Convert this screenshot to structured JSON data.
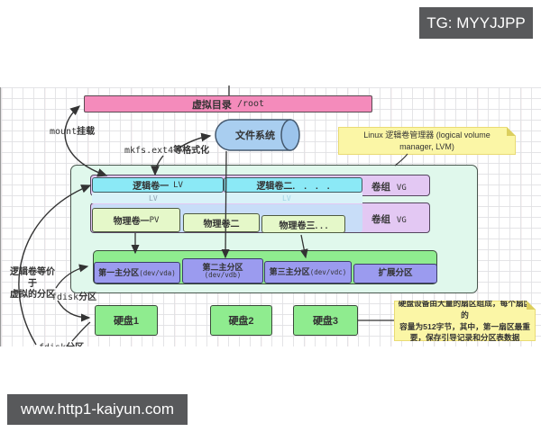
{
  "badge": {
    "tg": "TG: MYYJJPP"
  },
  "watermark": {
    "url_text": "www.http1-kaiyun.com"
  },
  "top": {
    "virtual_dir": {
      "cjk": "虚拟目录",
      "code": "/root"
    },
    "filesystem": "文件系统",
    "mount_label": {
      "code": "mount",
      "cjk": "挂载"
    },
    "mkfs_label": {
      "code": "mkfs.ext4",
      "cjk": "等格式化"
    }
  },
  "notes": {
    "lvm": {
      "line1": "Linux 逻辑卷管理器 (logical volume",
      "line2": "manager, LVM)"
    },
    "sector": {
      "line1": "硬盘设备由大量的扇区组成，每个扇区的",
      "line2": "容量为512字节，其中，第一扇区最重",
      "line3": "要，保存引导记录和分区表数据"
    }
  },
  "lvm": {
    "vg1": {
      "label_cjk": "卷组",
      "label_code": "VG",
      "lv1": {
        "cjk": "逻辑卷一",
        "code": "LV"
      },
      "lv2": {
        "cjk": "逻辑卷二.　.　.　."
      },
      "faint_lv_left": "LV",
      "faint_lv_right": "LV"
    },
    "vg2": {
      "label_cjk": "卷组",
      "label_code": "VG",
      "pv1": {
        "cjk": "物理卷一",
        "code": "PV"
      },
      "pv2": {
        "cjk": "物理卷二"
      },
      "pv3": {
        "cjk": "物理卷三. . ."
      }
    }
  },
  "partitions": {
    "p1": {
      "name": "第一主分区",
      "dev": "(dev/vda)"
    },
    "p2": {
      "name": "第二主分区",
      "dev": "(dev/vdb)"
    },
    "p3": {
      "name": "第三主分区",
      "dev": "(dev/vdc)"
    },
    "p4": {
      "name": "扩展分区"
    }
  },
  "side_labels": {
    "lv_equiv_line1": "逻辑卷等价于",
    "lv_equiv_line2": "虚拟的分区",
    "fdisk": {
      "code": "fdisk",
      "cjk": "分区"
    },
    "fdisk_bottom": {
      "code": "fdisk",
      "cjk": "分区"
    }
  },
  "disks": {
    "d1": "硬盘1",
    "d2": "硬盘2",
    "d3": "硬盘3"
  },
  "colors": {
    "pink_box": "#f48bbb",
    "cylinder": "#a9cef0",
    "note_yellow": "#fbf6a6",
    "mint_container": "#e0f8ec",
    "vg_purple": "#e3c8f3",
    "lv_cyan": "#8be9f6",
    "pv_green": "#e5f8c9",
    "pv_background_blue": "#c8ddf8",
    "partition_purple": "#9b9bef",
    "disk_green": "#8fec8f",
    "badge_gray": "#58595b",
    "line": "#333333"
  }
}
